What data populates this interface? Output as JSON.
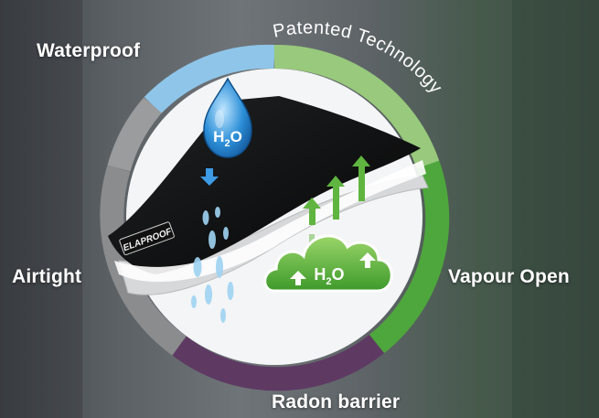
{
  "labels": {
    "waterproof": "Waterproof",
    "airtight": "Airtight",
    "vapour_open": "Vapour Open",
    "radon_barrier": "Radon barrier",
    "patented": "Patented Technology"
  },
  "brand": "ELAPROOF",
  "drop_formula": {
    "base": "H",
    "sub": "2",
    "tail": "O"
  },
  "cloud_formula": {
    "base": "H",
    "sub": "2",
    "tail": "O"
  },
  "colors": {
    "blue": "#7cc3ea",
    "light_green": "#8fc872",
    "green": "#4ea73c",
    "purple": "#5e3a63",
    "grey": "#8a8c8e"
  }
}
